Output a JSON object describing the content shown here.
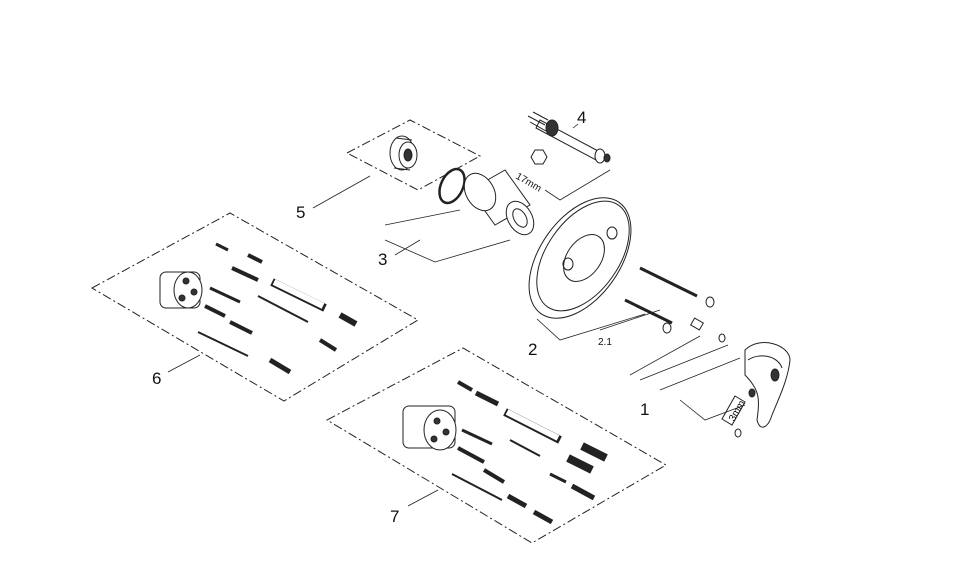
{
  "diagram": {
    "labels": {
      "part1": "1",
      "part2": "2",
      "part2_1": "2.1",
      "part3": "3",
      "part4": "4",
      "part5": "5",
      "part6": "6",
      "part7": "7"
    },
    "annotations": {
      "wrench_size": "17mm",
      "hex_key_size": "3mm"
    }
  }
}
